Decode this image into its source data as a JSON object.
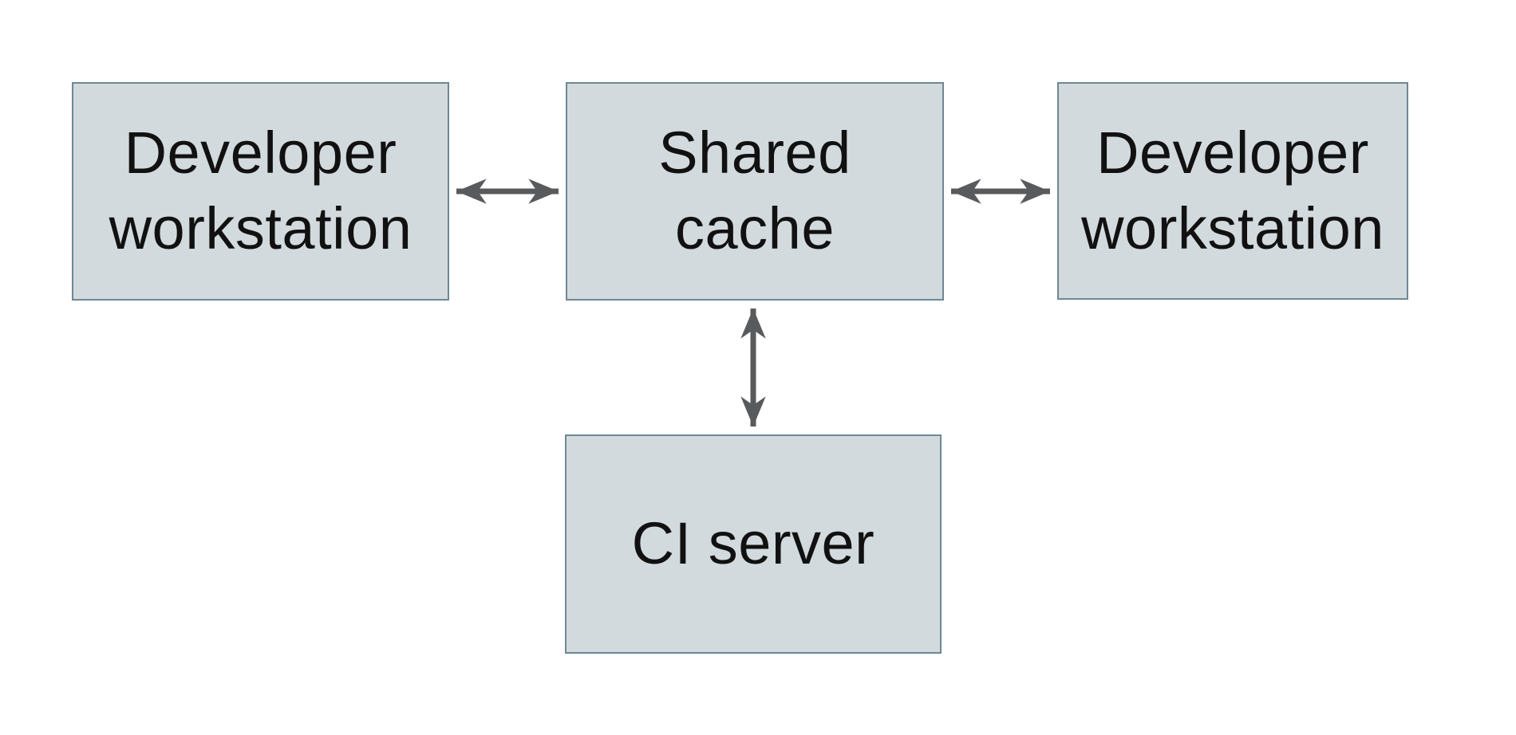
{
  "diagram": {
    "nodes": [
      {
        "id": "developer-workstation-left",
        "label": "Developer\nworkstation"
      },
      {
        "id": "shared-cache",
        "label": "Shared\ncache"
      },
      {
        "id": "developer-workstation-right",
        "label": "Developer\nworkstation"
      },
      {
        "id": "ci-server",
        "label": "CI server"
      }
    ],
    "edges": [
      {
        "from": "developer-workstation-left",
        "to": "shared-cache",
        "style": "bidirectional-arrow"
      },
      {
        "from": "shared-cache",
        "to": "developer-workstation-right",
        "style": "bidirectional-arrow"
      },
      {
        "from": "shared-cache",
        "to": "ci-server",
        "style": "bidirectional-arrow"
      }
    ],
    "colors": {
      "background": "#ffffff",
      "node_fill": "#d3dade",
      "node_border": "#6e8795",
      "node_text": "#111111",
      "arrow": "#595a5c"
    }
  }
}
